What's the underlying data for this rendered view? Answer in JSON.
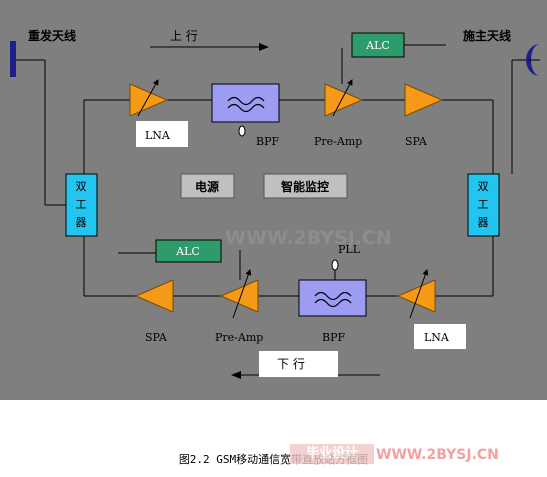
{
  "labels": {
    "left_antenna": "重发天线",
    "right_antenna": "施主天线",
    "uplink": "上 行",
    "downlink": "下 行",
    "alc_top": "ALC",
    "alc_bottom": "ALC",
    "lna_top": "LNA",
    "lna_bottom": "LNA",
    "bpf_top": "BPF",
    "bpf_bottom": "BPF",
    "preamp_top": "Pre-Amp",
    "preamp_bottom": "Pre-Amp",
    "spa_top": "SPA",
    "spa_bottom": "SPA",
    "pll": "PLL",
    "duplexer_left": "双\n工\n器",
    "duplexer_right": "双\n工\n器",
    "power": "电源",
    "monitor": "智能监控"
  },
  "watermarks": {
    "center": "WWW.2BYSJ.CN",
    "logo_text": "毕业设计",
    "footer": "WWW.2BYSJ.CN"
  },
  "caption": "图2.2 GSM移动通信宽带直放站方框图",
  "colors": {
    "background": "#7f7f7f",
    "amplifier": "#f59a16",
    "filter": "#9c9cf2",
    "duplexer": "#22c4f0",
    "alc": "#2e9c6a",
    "gray_box": "#c0c0c0"
  }
}
